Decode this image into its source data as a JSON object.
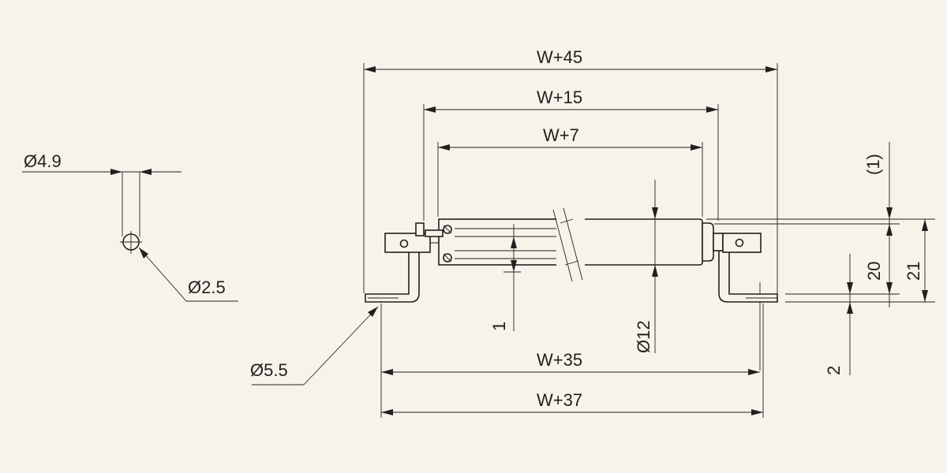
{
  "colors": {
    "background": "#f7f3ea",
    "line": "#231f20"
  },
  "dimensions": {
    "w45": "W+45",
    "w15": "W+15",
    "w7": "W+7",
    "w35": "W+35",
    "w37": "W+37",
    "d49": "Ø4.9",
    "d25": "Ø2.5",
    "d55": "Ø5.5",
    "d12": "Ø12",
    "one": "1",
    "one_ref": "(1)",
    "twenty": "20",
    "twentyone": "21",
    "two": "2"
  }
}
